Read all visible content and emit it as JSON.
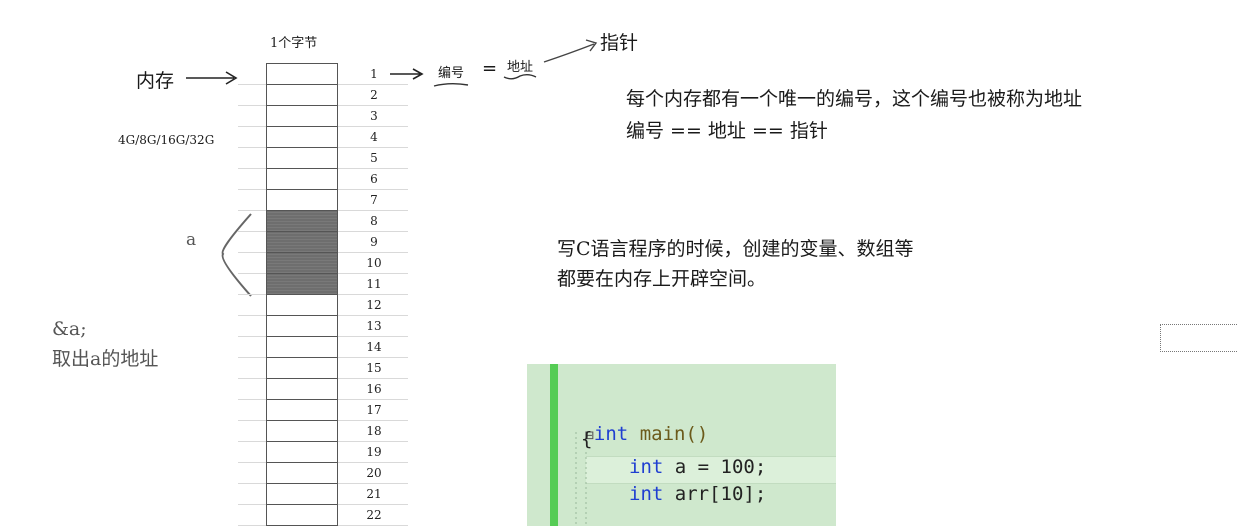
{
  "header": {
    "byte_label": "1个字节"
  },
  "labels": {
    "memory": "内存",
    "capacities": "4G/8G/16G/32G",
    "var_a": "a",
    "addr_of_a": "&a;",
    "addr_of_a_desc": "取出a的地址",
    "number": "编号",
    "equals": "=",
    "address": "地址",
    "pointer": "指针"
  },
  "notes": {
    "line1": "每个内存都有一个唯一的编号，这个编号也被称为地址",
    "line2": "编号 == 地址 == 指针",
    "line3": "写C语言程序的时候，创建的变量、数组等",
    "line4": "都要在内存上开辟空间。"
  },
  "memory": {
    "rows": [
      "1",
      "2",
      "3",
      "4",
      "5",
      "6",
      "7",
      "8",
      "9",
      "10",
      "11",
      "12",
      "13",
      "14",
      "15",
      "16",
      "17",
      "18",
      "19",
      "20",
      "21",
      "22"
    ],
    "shaded_rows": [
      "8",
      "9",
      "10",
      "11"
    ]
  },
  "code": {
    "collapse_marker": "⊟",
    "kw_int": "int",
    "main_sig": " main()",
    "open_brace": "{",
    "line_a_rest": " a = 100;",
    "line_arr_rest": " arr[10];"
  },
  "colors": {
    "code_bg": "#cfe8cd",
    "code_bar": "#55cc55",
    "keyword": "#1f3fd1",
    "cell_fill": "#6e6e6e"
  }
}
